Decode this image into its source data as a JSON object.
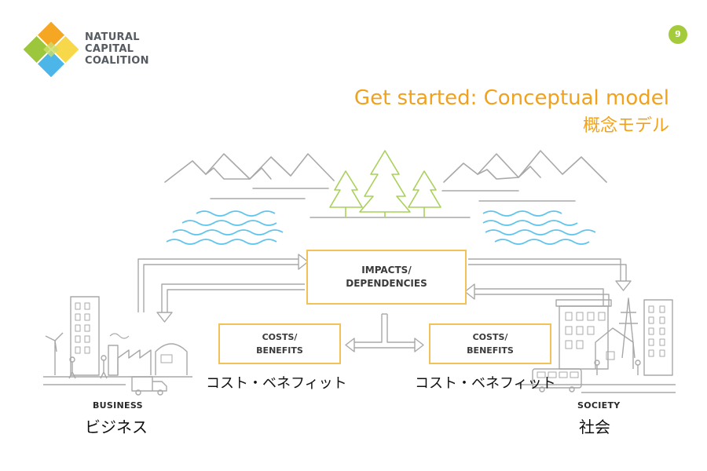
{
  "logo": {
    "lines": [
      "NATURAL",
      "CAPITAL",
      "COALITION"
    ],
    "colors": {
      "orange": "#f5a623",
      "yellow": "#f6d84a",
      "green": "#9cc63b",
      "blue": "#4db6e8"
    }
  },
  "page_number": "9",
  "title": {
    "en": "Get started: Conceptual model",
    "ja": "概念モデル"
  },
  "diagram": {
    "impacts_box": {
      "line1": "IMPACTS/",
      "line2": "DEPENDENCIES"
    },
    "costs_left": {
      "line1": "COSTS/",
      "line2": "BENEFITS",
      "ja": "コスト・ベネフィット"
    },
    "costs_right": {
      "line1": "COSTS/",
      "line2": "BENEFITS",
      "ja": "コスト・ベネフィット"
    },
    "business": {
      "en": "BUSINESS",
      "ja": "ビジネス"
    },
    "society": {
      "en": "SOCIETY",
      "ja": "社会"
    }
  },
  "colors": {
    "accent_orange": "#f0a21e",
    "box_border": "#f3c15a",
    "tree_green": "#a9d05a",
    "water_blue": "#5ec4ec",
    "line_gray": "#a8a8a8",
    "badge_green": "#a4cb3b"
  }
}
